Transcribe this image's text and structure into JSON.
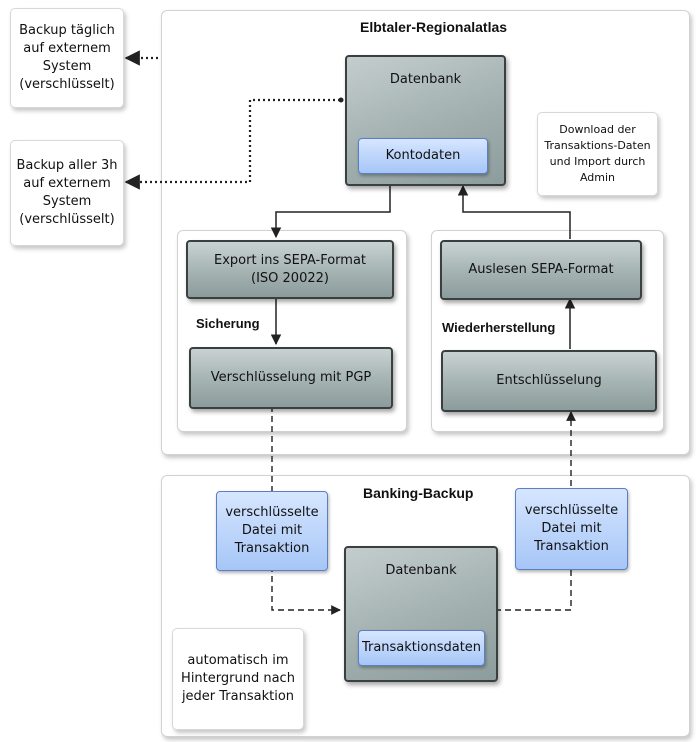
{
  "top_system": {
    "title": "Elbtaler-Regionalatlas",
    "database": {
      "title": "Datenbank",
      "table": "Kontodaten"
    },
    "admin_note": "Download der\nTransaktions-Daten\nund Import durch\nAdmin",
    "backup_group": {
      "label": "Sicherung",
      "export_step": "Export ins SEPA-Format\n(ISO 20022)",
      "encrypt_step": "Verschlüsselung mit PGP"
    },
    "restore_group": {
      "label": "Wiederherstellung",
      "read_step": "Auslesen SEPA-Format",
      "decrypt_step": "Entschlüsselung"
    }
  },
  "external_backups": {
    "daily": "Backup täglich\nauf externem\nSystem\n(verschlüsselt)",
    "every_3h": "Backup aller 3h\nauf externem\nSystem\n(verschlüsselt)"
  },
  "bottom_system": {
    "title": "Banking-Backup",
    "encrypted_file_left": "verschlüsselte\nDatei mit\nTransaktion",
    "encrypted_file_right": "verschlüsselte\nDatei mit\nTransaktion",
    "database": {
      "title": "Datenbank",
      "table": "Transaktionsdaten"
    },
    "auto_note": "automatisch im\nHintergrund nach\njeder Transaktion"
  },
  "colors": {
    "gray_box": "#a4b2b2",
    "blue_box": "#a6c6f7",
    "connector": "#222222"
  }
}
